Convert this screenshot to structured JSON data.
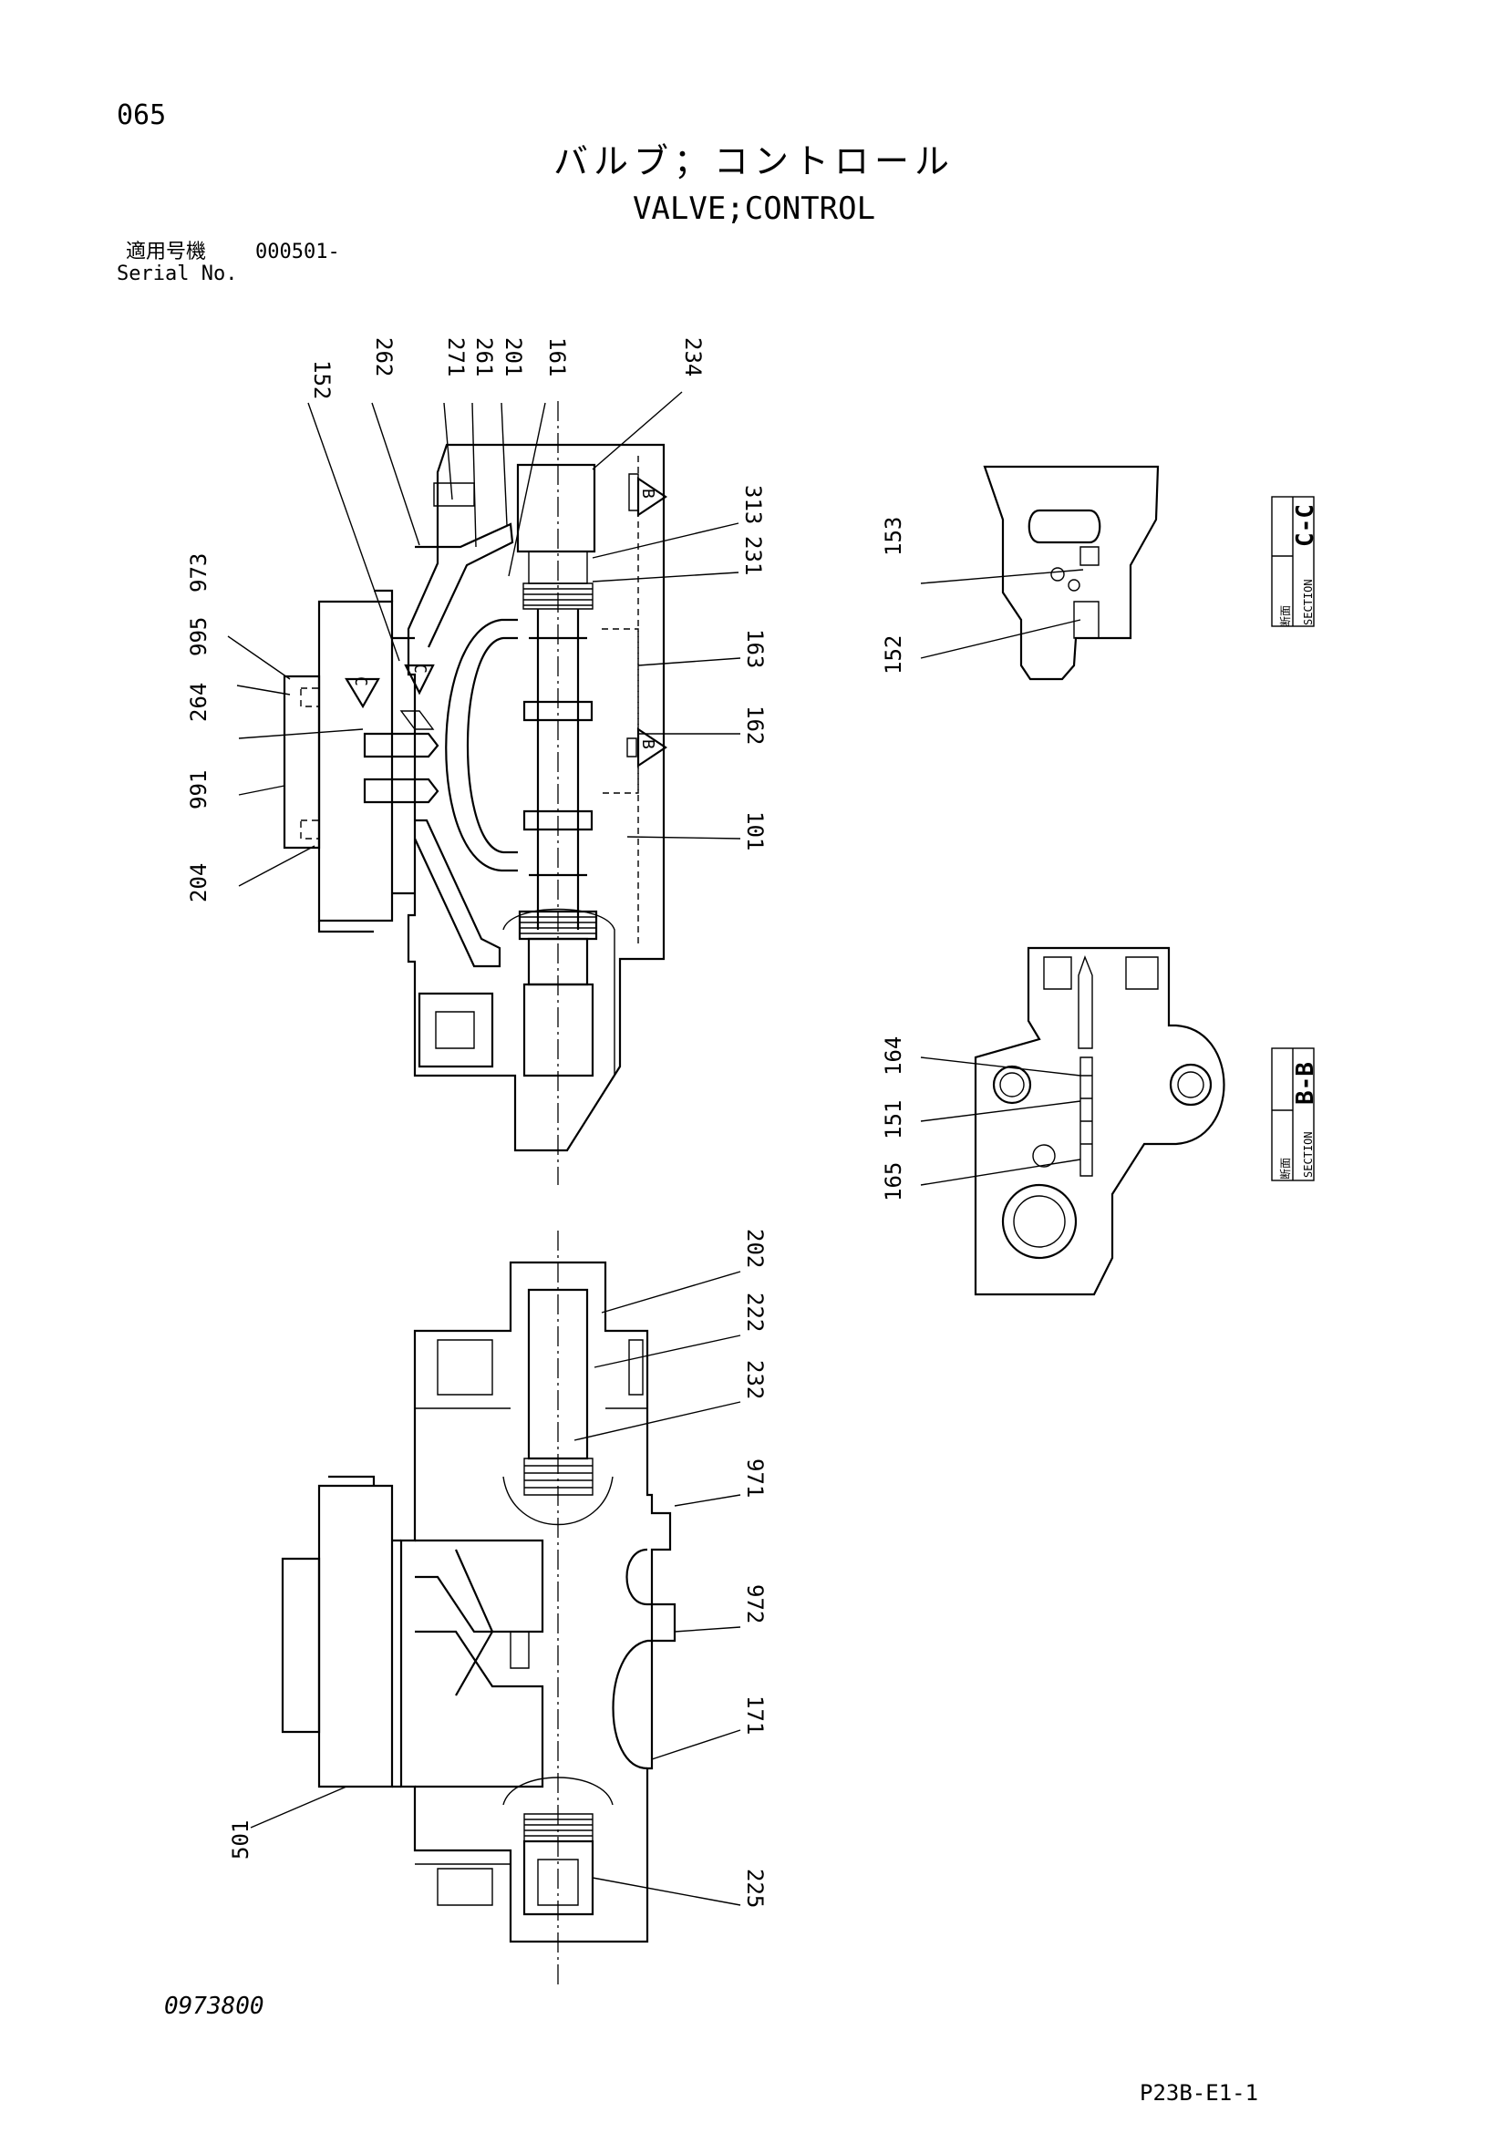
{
  "page": {
    "page_number": "065",
    "title_ja": "バルブ；コントロール",
    "title_en": "VALVE;CONTROL",
    "serial_label_ja": "適用号機",
    "serial_label_en": "Serial No.",
    "serial_range": "000501-",
    "doc_code": "0973800",
    "sheet_ref": "P23B-E1-1"
  },
  "main_view": {
    "callouts": [
      "152",
      "262",
      "271",
      "261",
      "201",
      "161",
      "234",
      "313",
      "231",
      "163",
      "162",
      "101",
      "973",
      "995",
      "264",
      "991",
      "204"
    ],
    "cut_marks": [
      "B",
      "C"
    ]
  },
  "bottom_view": {
    "callouts": [
      "202",
      "222",
      "232",
      "971",
      "972",
      "171",
      "225",
      "501"
    ]
  },
  "section_cc": {
    "label": "C-C",
    "tag_ja": "断面",
    "tag_en": "SECTION",
    "callouts": [
      "153",
      "152"
    ]
  },
  "section_bb": {
    "label": "B-B",
    "tag_ja": "断面",
    "tag_en": "SECTION",
    "callouts": [
      "164",
      "151",
      "165"
    ]
  }
}
